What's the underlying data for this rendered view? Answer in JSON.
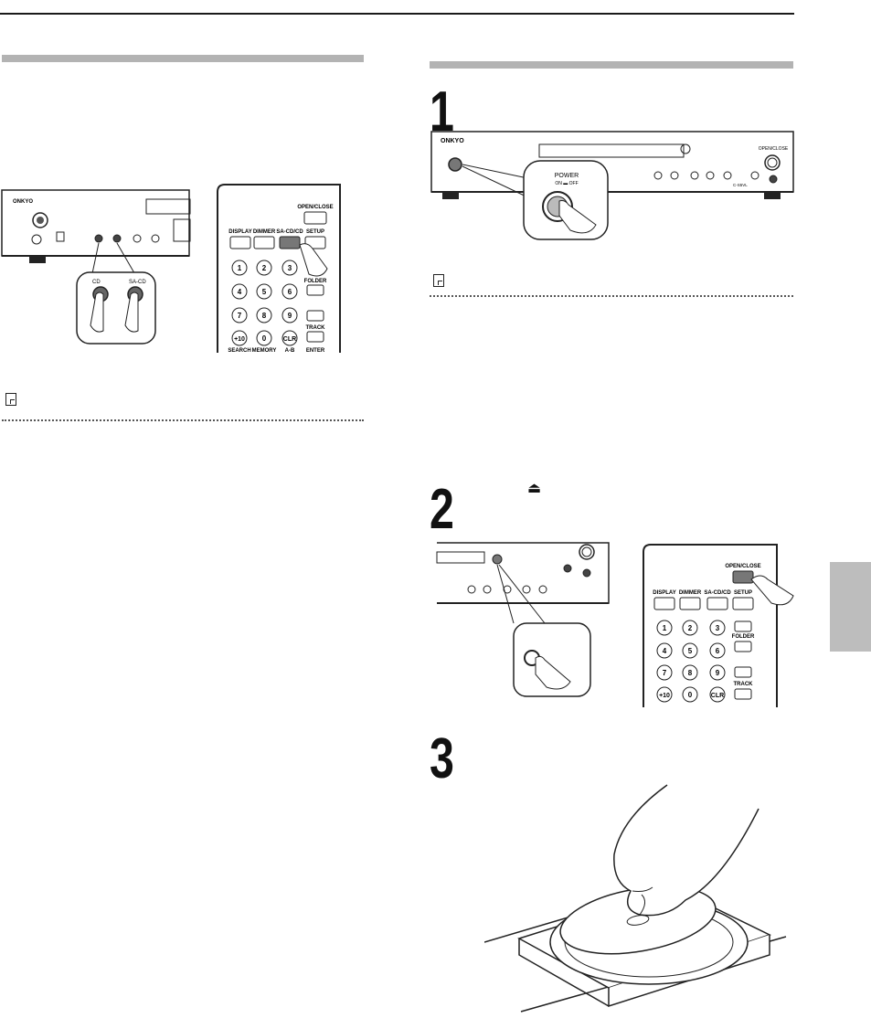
{
  "steps": [
    {
      "number": "1"
    },
    {
      "number": "2",
      "eject_symbol": "⏏"
    },
    {
      "number": "3"
    }
  ],
  "device": {
    "brand": "ONKYO",
    "power_label": "POWER",
    "power_on_off": "ON ▬ OFF",
    "open_close_label": "OPEN/CLOSE",
    "model": "C-S5VL"
  },
  "front_buttons": {
    "cd": "CD",
    "sacd": "SA-CD"
  },
  "remote": {
    "open_close": "OPEN/CLOSE",
    "display": "DISPLAY",
    "dimmer": "DIMMER",
    "sacd_cd": "SA-CD/CD",
    "setup": "SETUP",
    "folder": "FOLDER",
    "track": "TRACK",
    "search": "SEARCH",
    "memory": "MEMORY",
    "ab": "A-B",
    "enter": "ENTER",
    "keys": [
      "1",
      "2",
      "3",
      "4",
      "5",
      "6",
      "7",
      "8",
      "9",
      "+10",
      "0",
      "CLR"
    ]
  },
  "colors": {
    "section_bar": "#b3b3b3",
    "side_tab": "#bdbdbd",
    "rule": "#1a1a1a"
  }
}
